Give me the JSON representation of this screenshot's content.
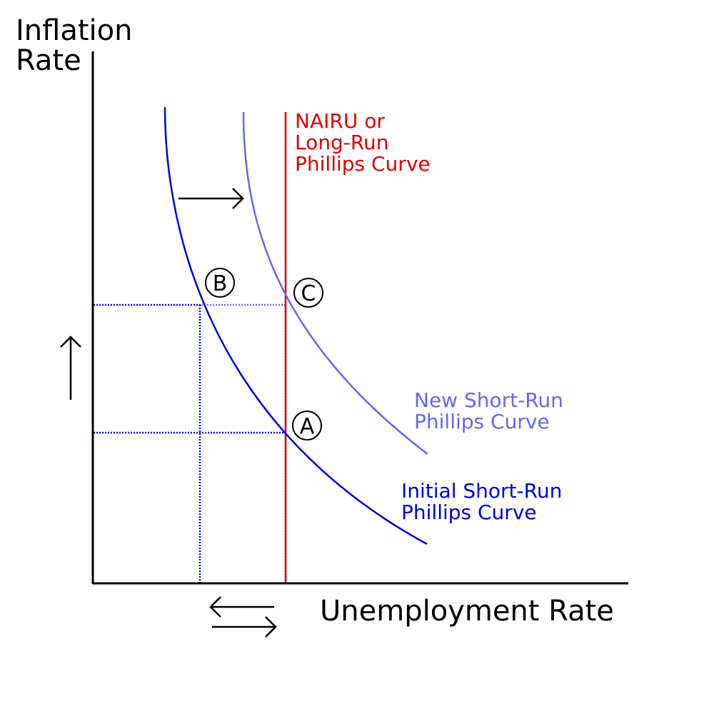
{
  "axes": {
    "y_label_line1": "Inflation",
    "y_label_line2": "Rate",
    "x_label": "Unemployment Rate"
  },
  "curves": {
    "lrpc_line1": "NAIRU or",
    "lrpc_line2": "Long-Run",
    "lrpc_line3": "Phillips Curve",
    "new_srpc_line1": "New Short-Run",
    "new_srpc_line2": "Phillips Curve",
    "initial_srpc_line1": "Initial Short-Run",
    "initial_srpc_line2": "Phillips Curve"
  },
  "points": {
    "a": "A",
    "b": "B",
    "c": "C"
  },
  "colors": {
    "axis": "#000000",
    "initial_srpc": "#0000dd",
    "new_srpc": "#6666ee",
    "lrpc": "#dd0000",
    "guide": "#0000cc",
    "guide_light": "#6666ee"
  }
}
